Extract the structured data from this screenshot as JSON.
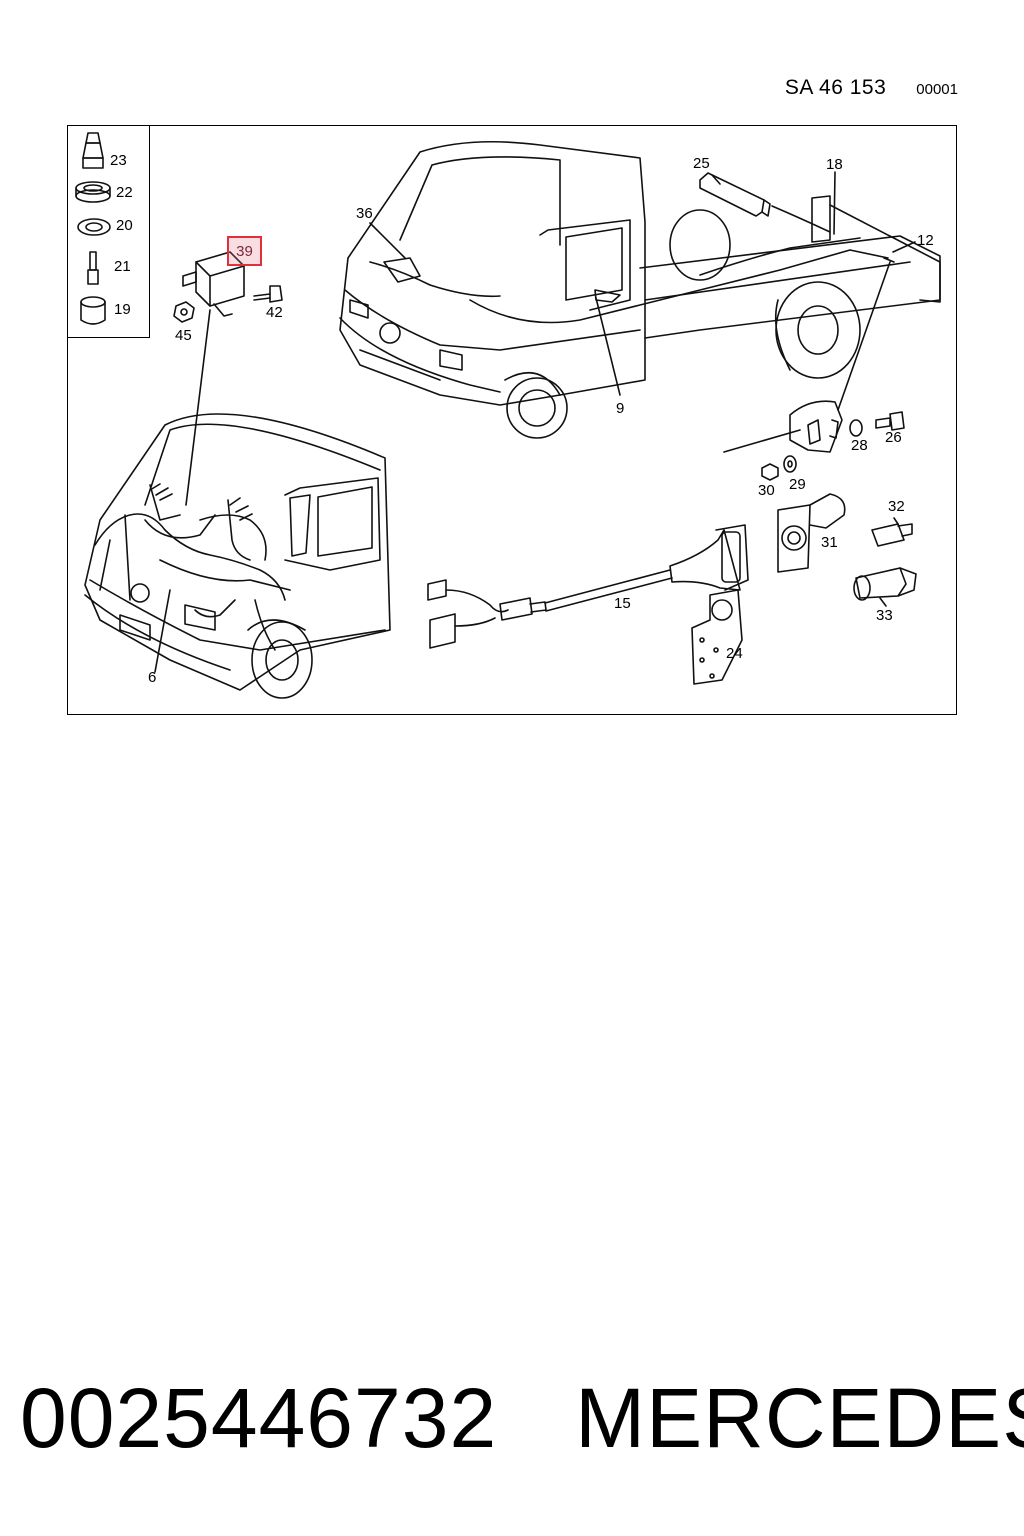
{
  "header": {
    "sheet_code": "SA  46 153",
    "sheet_number": "00001"
  },
  "highlighted_part": "39",
  "callouts": {
    "c23": "23",
    "c22": "22",
    "c20": "20",
    "c21": "21",
    "c19": "19",
    "c45": "45",
    "c42": "42",
    "c36": "36",
    "c25": "25",
    "c18": "18",
    "c12": "12",
    "c9": "9",
    "c28": "28",
    "c26": "26",
    "c30": "30",
    "c29": "29",
    "c32": "32",
    "c31": "31",
    "c33": "33",
    "c15": "15",
    "c24": "24",
    "c6": "6"
  },
  "footer": {
    "part_number": "0025446732",
    "brand": "MERCEDES"
  }
}
